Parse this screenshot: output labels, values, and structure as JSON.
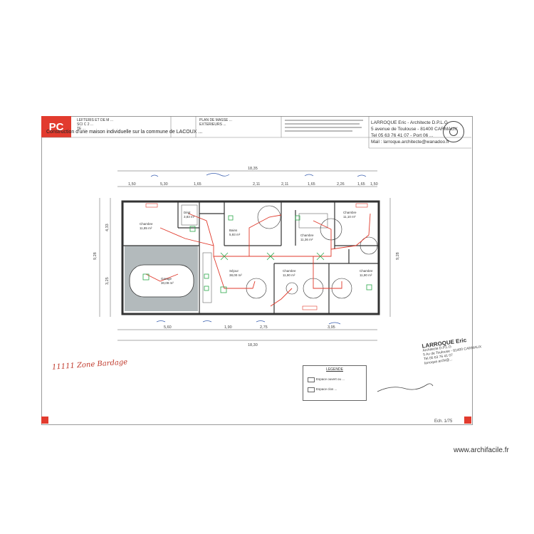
{
  "badge": "PC",
  "title_block": {
    "left_lines": [
      "LEFTERIS ET DE M ...",
      "SCI C 2 ...",
      "TE ..."
    ],
    "mid_lines": [
      "PLAN DE MASSE ...",
      "EXTERIEURS ..."
    ],
    "description": "Construction d'une maison individuelle sur la commune de LACOUX ...",
    "architect": {
      "name": "LARROQUE Eric - Architecte D.P.L.G",
      "address": "5 avenue de Toulouse - 81400 CARMAUX",
      "phone": "Tel 05 63 76 41 07 - Port 06 ...",
      "email": "Mail : larroque.architecte@wanadoo.fr"
    }
  },
  "plan": {
    "top_dimensions": [
      "18,35",
      "1,50",
      "5,30",
      "1,65",
      "2,11",
      "2,11",
      "1,65",
      "2,26",
      "1,65",
      "1,50"
    ],
    "bottom_dimensions": [
      "18,30",
      "5,60",
      "1,90",
      "2,75",
      "3,95"
    ],
    "side_dimensions": [
      "9,28",
      "4,33",
      "3,25",
      "9,28"
    ],
    "rooms": [
      {
        "name": "Chambre",
        "area": "11,85 m²"
      },
      {
        "name": "Dégt",
        "area": "3,83 m²"
      },
      {
        "name": "Bains",
        "area": "5,93 m²"
      },
      {
        "name": "Chambre",
        "area": "11,36 m²"
      },
      {
        "name": "Chambre",
        "area": "11,10 m²"
      },
      {
        "name": "Séjour",
        "area": "38,00 m²"
      },
      {
        "name": "Garage",
        "area": "30,09 m²"
      },
      {
        "name": "Chambre",
        "area": "11,90 m²"
      },
      {
        "name": "Chambre",
        "area": "11,90 m²"
      }
    ]
  },
  "legend": {
    "title": "LEGENDE",
    "items": [
      "Espace ouvert ou ...",
      "Espace clos ..."
    ]
  },
  "handnote": "11111  Zone Bardage",
  "signature": {
    "name": "LARROQUE Eric",
    "lines": [
      "Architecte D.P.L.G",
      "5 Av de Toulouse - 81400 CARMAUX",
      "Tel 05 63 76 41 07",
      "larroque.archi@..."
    ]
  },
  "scale": "Ech. 1/75",
  "watermark": "www.archifacile.fr",
  "colors": {
    "brand_red": "#e23b2e",
    "network_red": "#e0392b",
    "fixture_green": "#2aa84a",
    "garage_grey": "#9aa3a6"
  }
}
